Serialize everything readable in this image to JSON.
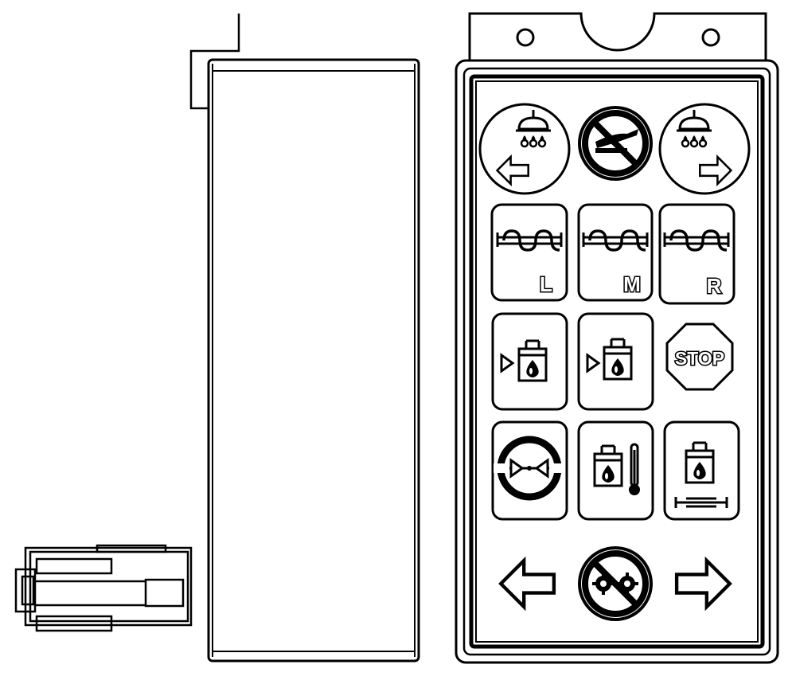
{
  "colors": {
    "line": "#000000",
    "background": "#ffffff"
  },
  "keypad": {
    "row1": [
      {
        "name": "spray-left-button",
        "icon": "spray-left-arrow-icon",
        "label": ""
      },
      {
        "name": "spinner-off-button",
        "icon": "no-spinner-icon",
        "label": ""
      },
      {
        "name": "spray-right-button",
        "icon": "spray-right-arrow-icon",
        "label": ""
      }
    ],
    "row2": [
      {
        "name": "auger-left-button",
        "icon": "auger-icon",
        "label": "L"
      },
      {
        "name": "auger-middle-button",
        "icon": "auger-icon",
        "label": "M"
      },
      {
        "name": "auger-right-button",
        "icon": "auger-icon",
        "label": "R"
      }
    ],
    "row3": [
      {
        "name": "tank-valve-1-button",
        "icon": "tank-drop-icon",
        "label": ""
      },
      {
        "name": "tank-valve-2-button",
        "icon": "tank-drop-icon",
        "label": ""
      },
      {
        "name": "stop-button",
        "icon": "stop-octagon-icon",
        "label": "STOP"
      }
    ],
    "row4": [
      {
        "name": "pressure-button",
        "icon": "pressure-gauge-icon",
        "label": ""
      },
      {
        "name": "tank-temperature-button",
        "icon": "tank-thermometer-icon",
        "label": ""
      },
      {
        "name": "tank-level-button",
        "icon": "tank-level-icon",
        "label": ""
      }
    ],
    "row5": [
      {
        "name": "arrow-left-button",
        "icon": "arrow-left-icon",
        "label": ""
      },
      {
        "name": "gears-off-button",
        "icon": "no-gears-icon",
        "label": ""
      },
      {
        "name": "arrow-right-button",
        "icon": "arrow-right-icon",
        "label": ""
      }
    ]
  }
}
